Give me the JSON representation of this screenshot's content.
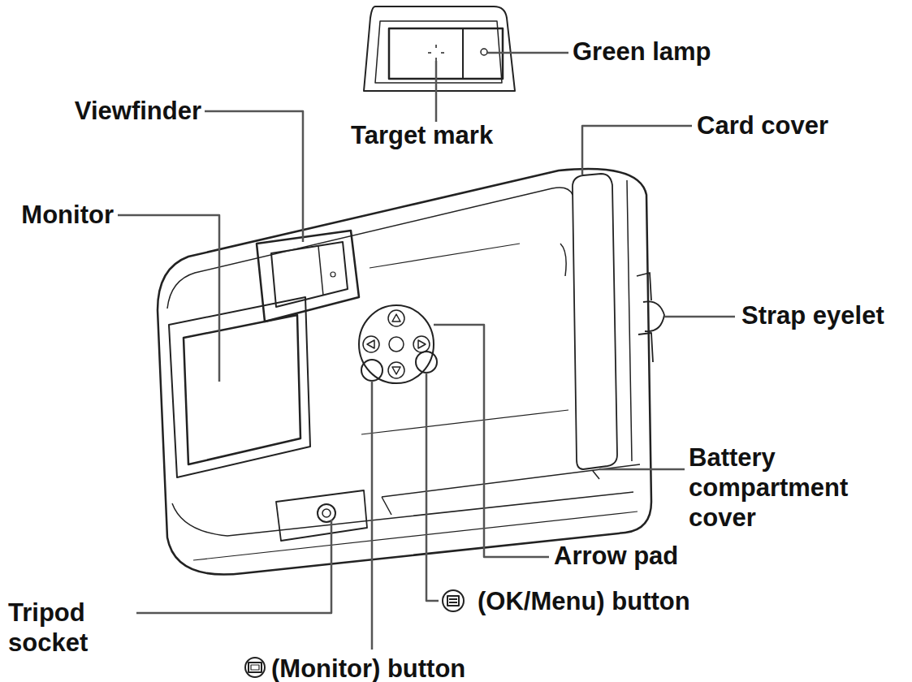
{
  "diagram": {
    "labels": [
      "Green lamp",
      "Viewfinder",
      "Target mark",
      "Card cover",
      "Monitor",
      "Strap eyelet",
      "Battery compartment cover",
      "Arrow pad",
      "Tripod socket",
      "(OK/Menu) button",
      "(Monitor) button"
    ]
  }
}
